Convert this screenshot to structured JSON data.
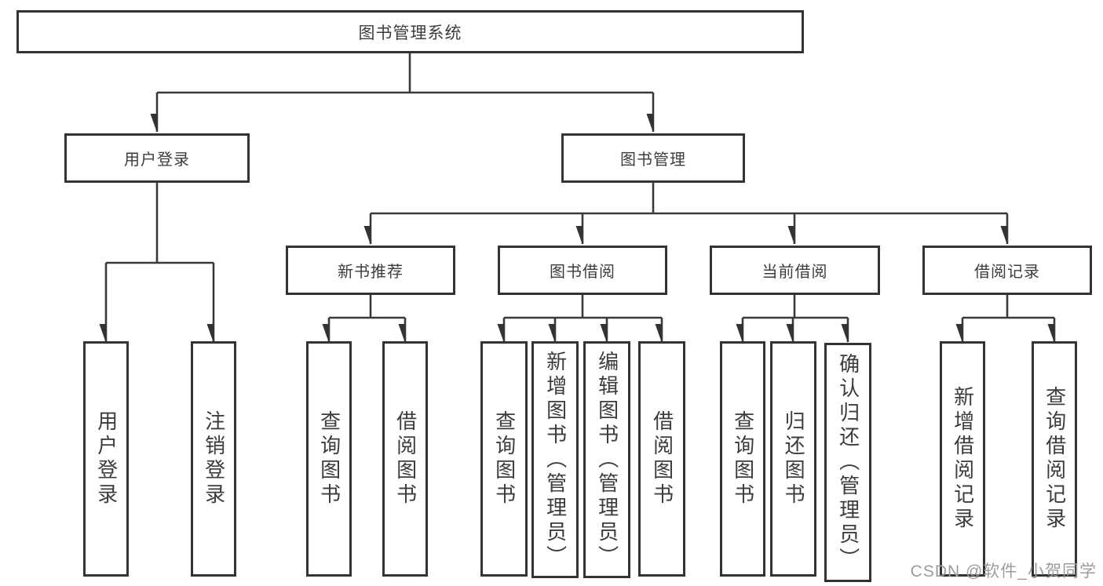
{
  "diagram": {
    "root": {
      "label": "图书管理系统"
    },
    "level2": [
      {
        "label": "用户登录"
      },
      {
        "label": "图书管理"
      }
    ],
    "level3": [
      {
        "label": "新书推荐",
        "parent": "图书管理"
      },
      {
        "label": "图书借阅",
        "parent": "图书管理"
      },
      {
        "label": "当前借阅",
        "parent": "图书管理"
      },
      {
        "label": "借阅记录",
        "parent": "图书管理"
      }
    ],
    "leaves": [
      {
        "label": "用户登录",
        "parent": "用户登录"
      },
      {
        "label": "注销登录",
        "parent": "用户登录"
      },
      {
        "label": "查询图书",
        "parent": "新书推荐"
      },
      {
        "label": "借阅图书",
        "parent": "新书推荐"
      },
      {
        "label": "查询图书",
        "parent": "图书借阅"
      },
      {
        "label": "新增图书（管理员）",
        "parent": "图书借阅"
      },
      {
        "label": "编辑图书（管理员）",
        "parent": "图书借阅"
      },
      {
        "label": "借阅图书",
        "parent": "图书借阅"
      },
      {
        "label": "查询图书",
        "parent": "当前借阅"
      },
      {
        "label": "归还图书",
        "parent": "当前借阅"
      },
      {
        "label": "确认归还（管理员）",
        "parent": "当前借阅"
      },
      {
        "label": "新增借阅记录",
        "parent": "借阅记录"
      },
      {
        "label": "查询借阅记录",
        "parent": "借阅记录"
      }
    ],
    "watermark": "CSDN @软件_小贺同学",
    "colors": {
      "line": "#3a3a3a",
      "box_border": "#333333",
      "text": "#3c3c3c",
      "watermark": "#9c9c9c",
      "background": "#ffffff"
    }
  }
}
